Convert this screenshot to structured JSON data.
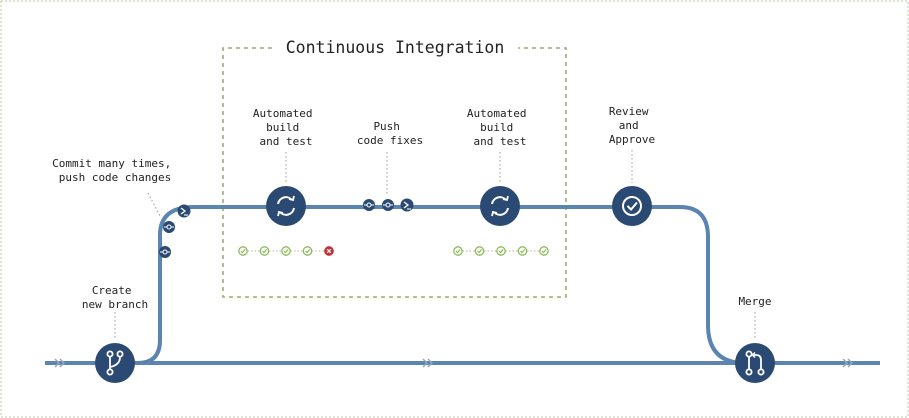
{
  "ci_box": {
    "title": "Continuous Integration"
  },
  "labels": {
    "commit": [
      "Commit many times,",
      "push code changes"
    ],
    "create_branch": [
      "Create",
      "new branch"
    ],
    "build_test_1": [
      "Automated",
      "build",
      "and test"
    ],
    "push_fixes": [
      "Push",
      "code fixes"
    ],
    "build_test_2": [
      "Automated",
      "build",
      "and test"
    ],
    "review": [
      "Review",
      "and",
      "Approve"
    ],
    "merge": [
      "Merge"
    ]
  },
  "test_results": {
    "run_1": [
      "pass",
      "pass",
      "pass",
      "pass",
      "fail"
    ],
    "run_2": [
      "pass",
      "pass",
      "pass",
      "pass",
      "pass"
    ]
  },
  "colors": {
    "line": "#5b84b1",
    "node": "#2b4a73",
    "dotted": "#a9b98a",
    "ci_border": "#9aae6e",
    "pass": "#8dbb5a",
    "fail": "#c4323a",
    "arrow": "#9aa7b5",
    "text": "#222222",
    "leader": "#9a9a9a"
  },
  "icons": {
    "branch": "git-branch-icon",
    "build": "refresh-icon",
    "review": "check-circle-icon",
    "merge": "pull-request-icon",
    "commit": "commit-icon",
    "push": "push-arrow-icon"
  }
}
